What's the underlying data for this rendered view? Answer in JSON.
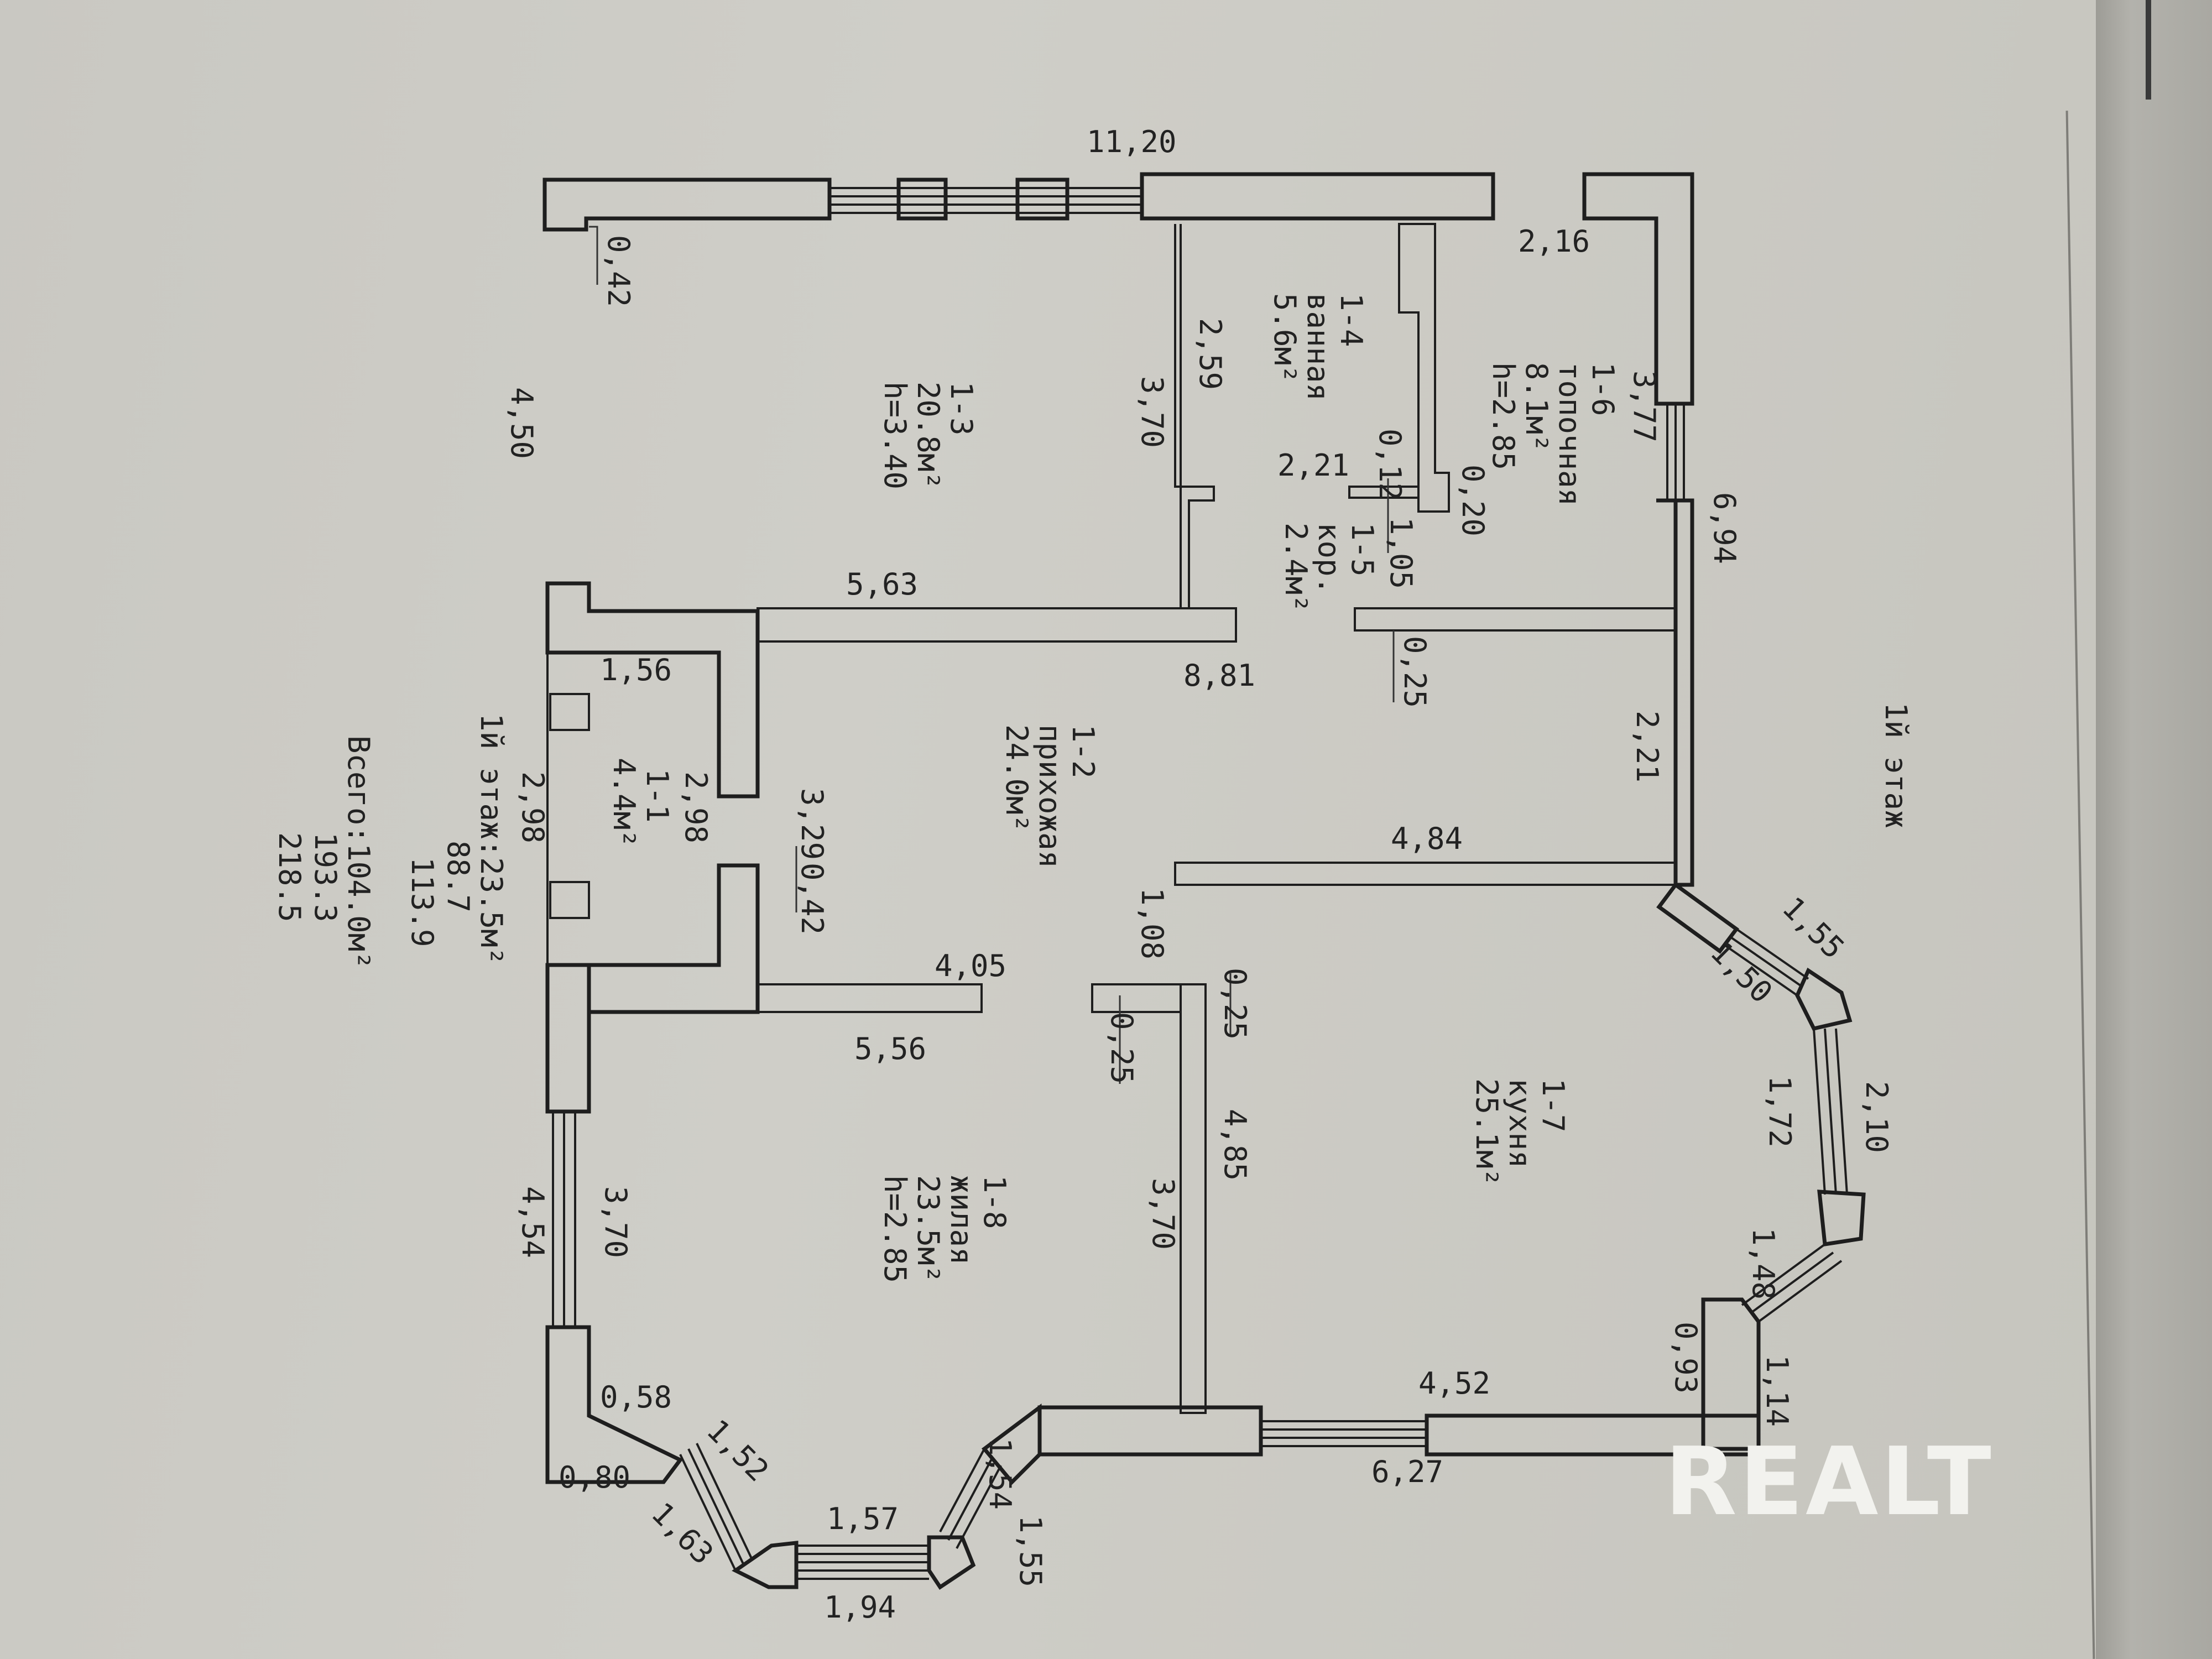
{
  "floor_label": "1й этаж",
  "summary": {
    "floor_line": "1й этаж:23.5м²",
    "row2": "88.7",
    "row3": "113.9",
    "total_line": "Всего:104.0м²",
    "row5": "193.3",
    "row6": "218.5"
  },
  "rooms": [
    {
      "id": "1-1",
      "lines": [
        "1-1",
        "4.4м²"
      ]
    },
    {
      "id": "1-2",
      "lines": [
        "1-2",
        "прихожая",
        "24.0м²"
      ]
    },
    {
      "id": "1-3",
      "lines": [
        "1-3",
        "20.8м²",
        "h=3.40"
      ]
    },
    {
      "id": "1-4",
      "lines": [
        "1-4",
        "ванная",
        "5.6м²"
      ]
    },
    {
      "id": "1-5",
      "lines": [
        "1-5",
        "кор.",
        "2.4м²"
      ]
    },
    {
      "id": "1-6",
      "lines": [
        "1-6",
        "топочная",
        "8.1м²",
        "h=2.85"
      ]
    },
    {
      "id": "1-7",
      "lines": [
        "1-7",
        "кухня",
        "25.1м²"
      ]
    },
    {
      "id": "1-8",
      "lines": [
        "1-8",
        "жилая",
        "23.5м²",
        "h=2.85"
      ]
    }
  ],
  "dimensions": {
    "d_11_20": "11,20",
    "d_2_16": "2,16",
    "d_0_42_top": "0,42",
    "d_4_50": "4,50",
    "d_2_59": "2,59",
    "d_3_70_a": "3,70",
    "d_3_77": "3,77",
    "d_0_12": "0,12",
    "d_2_21_a": "2,21",
    "d_0_20": "0,20",
    "d_1_05": "1,05",
    "d_6_94": "6,94",
    "d_5_63": "5,63",
    "d_8_81": "8,81",
    "d_0_25_a": "0,25",
    "d_1_56": "1,56",
    "d_2_98_a": "2,98",
    "d_2_98_b": "2,98",
    "d_3_29": "3,29",
    "d_0_42_b": "0,42",
    "d_2_21_b": "2,21",
    "d_4_84": "4,84",
    "d_1_08": "1,08",
    "d_4_05": "4,05",
    "d_1_55_a": "1,55",
    "d_1_50": "1,50",
    "d_0_25_b": "0,25",
    "d_0_25_c": "0,25",
    "d_5_56": "5,56",
    "d_1_72": "1,72",
    "d_2_10": "2,10",
    "d_4_85": "4,85",
    "d_3_70_b": "3,70",
    "d_3_70_c": "3,70",
    "d_4_54": "4,54",
    "d_1_48": "1,48",
    "d_0_93": "0,93",
    "d_1_14": "1,14",
    "d_4_52": "4,52",
    "d_0_58": "0,58",
    "d_1_52": "1,52",
    "d_1_54": "1,54",
    "d_0_80": "0,80",
    "d_6_27": "6,27",
    "d_1_63": "1,63",
    "d_1_57": "1,57",
    "d_1_55_b": "1,55",
    "d_1_94": "1,94"
  },
  "watermark": "REALT",
  "colors": {
    "paper": "#cfcec8",
    "ink": "#1e1e1e",
    "watermark": "#f2f2ee"
  }
}
